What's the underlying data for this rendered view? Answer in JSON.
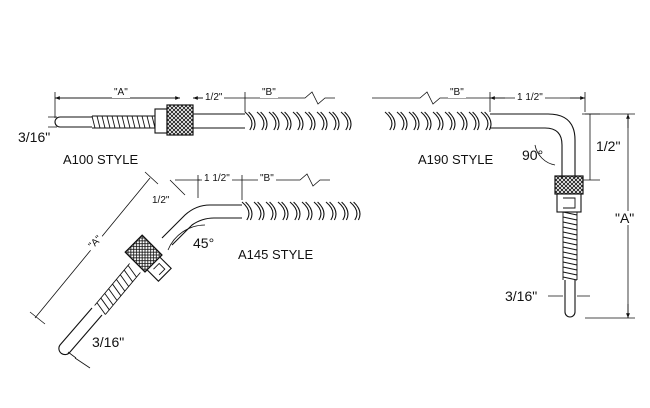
{
  "a100": {
    "title": "A100 STYLE",
    "dim_a": "\"A\"",
    "dim_half": "1/2\"",
    "dim_b": "\"B\"",
    "dim_dia": "3/16\""
  },
  "a145": {
    "title": "A145 STYLE",
    "dim_a": "\"A\"",
    "dim_half": "1/2\"",
    "dim_1half": "1 1/2\"",
    "dim_b": "\"B\"",
    "angle": "45°",
    "dim_dia": "3/16\""
  },
  "a190": {
    "title": "A190 STYLE",
    "dim_b": "\"B\"",
    "dim_1half": "1 1/2\"",
    "angle": "90°",
    "dim_half": "1/2\"",
    "dim_a": "\"A\"",
    "dim_dia": "3/16\""
  },
  "colors": {
    "line": "#111111",
    "background": "#ffffff"
  }
}
